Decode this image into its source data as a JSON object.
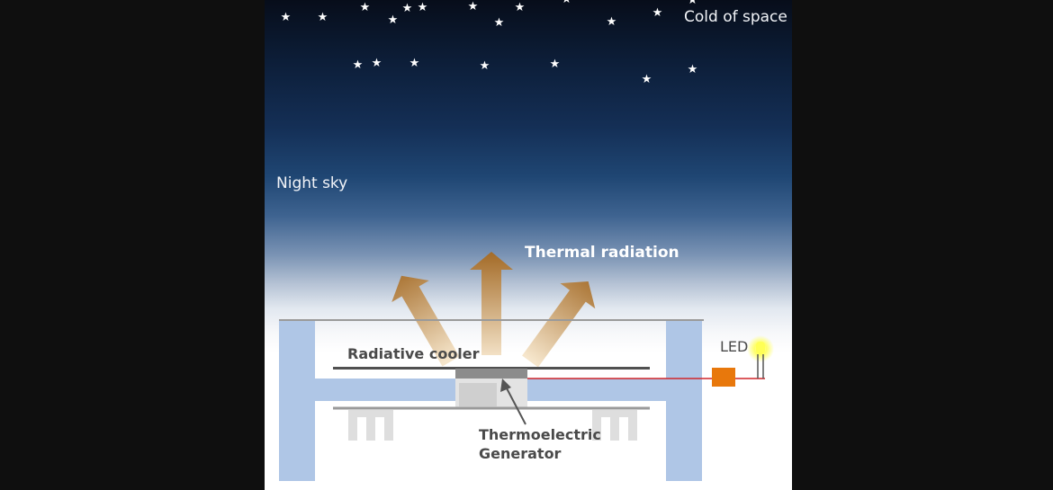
{
  "labels": {
    "cold_of_space": "Cold of space",
    "night_sky": "Night sky",
    "thermal_radiation": "Thermal radiation",
    "radiative_cooler": "Radiative cooler",
    "led": "LED",
    "teg_line1": "Thermoelectric",
    "teg_line2": "Generator"
  },
  "colors": {
    "panel_bg_top": "#070d1a",
    "panel_bg_bottom": "#ffffff",
    "arrow_top": "#a36a26",
    "arrow_bottom": "#f6e6cc",
    "frame_blue": "#afc6e6",
    "cooler_bar": "#505050",
    "wire_red": "#d0262a",
    "led_box": "#e8780c",
    "led_glow": "#ffff88"
  },
  "icons": {
    "star": "star-icon",
    "arrow": "up-arrow-icon",
    "led": "led-bulb-icon"
  }
}
